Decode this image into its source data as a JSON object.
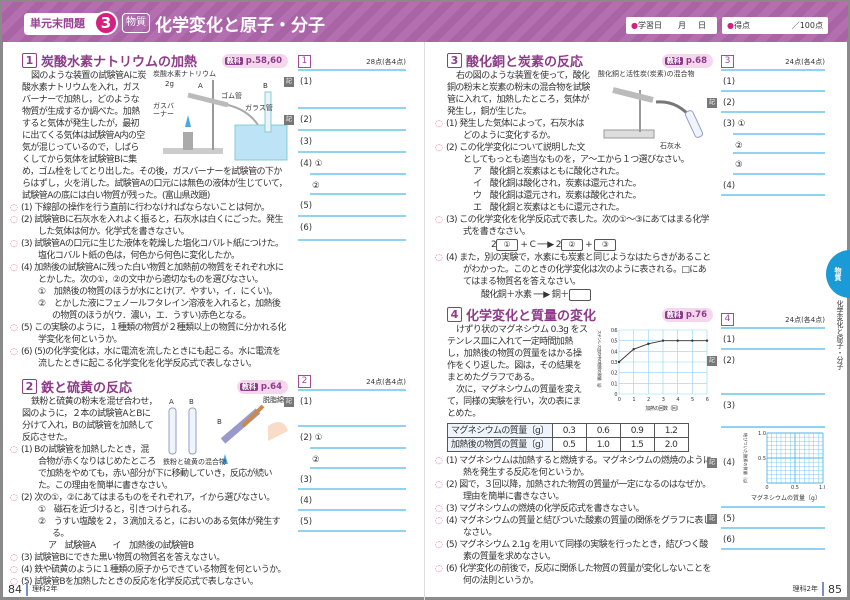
{
  "header": {
    "unit_label": "単元末問題",
    "unit_number": "3",
    "category": "物質",
    "title": "化学変化と原子・分子",
    "study_date_label": "学習日",
    "month": "月",
    "day": "日",
    "score_label": "得点",
    "score_total": "／100点"
  },
  "colors": {
    "accent": "#8e3b8a",
    "header_bg": "#b46fb0",
    "answer_line": "#8fd3f0",
    "tab": "#1a9bd7"
  },
  "sections": [
    {
      "num": "1",
      "title": "炭酸水素ナトリウムの加熱",
      "ref": "p.58,60",
      "ref_key": "教科",
      "intro": "図のような装置の試験管Aに炭酸水素ナトリウムを入れ，ガスバーナーで加熱し，どのような物質が生成するか調べた。加熱すると気体が発生したが，最初に出てくる気体は試験管A内の空気が混じっているので，しばらくしてから気体を試験管Bに集め，ゴム栓をしてとり出した。その後，ガスバーナーを試験管の下からはずし，火を消した。試験管Aの口元には無色の液体が生じていて，試験管Aの底には白い物質が残った。(富山県改題)",
      "figure_labels": [
        "炭酸水素ナトリウム",
        "2g",
        "A",
        "ガスバーナー",
        "ゴム管",
        "B",
        "ガラス管"
      ],
      "questions": [
        {
          "n": "(1)",
          "t": "下線部の操作を行う直前に行わなければならないことは何か。"
        },
        {
          "n": "(2)",
          "t": "試験管Bに石灰水を入れよく振ると，石灰水は白くにごった。発生した気体は何か。化学式を書きなさい。"
        },
        {
          "n": "(3)",
          "t": "試験管Aの口元に生じた液体を乾燥した塩化コバルト紙につけた。塩化コバルト紙の色は，何色から何色に変化したか。"
        },
        {
          "n": "(4)",
          "t": "加熱後の試験管Aに残った白い物質と加熱前の物質をそれぞれ水にとかした。次の①，②の文中から適切なものを選びなさい。"
        },
        {
          "n": "(5)",
          "t": "この実験のように，１種類の物質が２種類以上の物質に分かれる化学変化を何というか。"
        },
        {
          "n": "(6)",
          "t": "(5)の化学変化は，水に電流を流したときにも起こる。水に電流を流したときに起こる化学変化を化学反応式で表しなさい。"
        }
      ],
      "q4_items": [
        "①　加熱後の物質のほうが水にとけ(ア．やすい，イ．にくい)。",
        "②　とかした液にフェノールフタレイン溶液を入れると，加熱後の物質のほうが(ウ．濃い，エ．うすい)赤色となる。"
      ]
    },
    {
      "num": "2",
      "title": "鉄と硫黄の反応",
      "ref": "p.64",
      "ref_key": "教科",
      "intro": "鉄粉と硫黄の粉末を混ぜ合わせ，図のように，２本の試験管AとBに分けて入れ，Bの試験管を加熱して反応させた。",
      "figure_labels": [
        "A",
        "B",
        "鉄粉と硫黄の混合物",
        "B",
        "脱脂綿"
      ],
      "questions": [
        {
          "n": "(1)",
          "t": "Bの試験管を加熱したとき，混合物が赤くなりはじめたところで加熱をやめても，赤い部分が下に移動していき，反応が続いた。この理由を簡単に書きなさい。"
        },
        {
          "n": "(2)",
          "t": "次の①，②にあてはまるものをそれぞれア，イから選びなさい。"
        },
        {
          "n": "(3)",
          "t": "試験管Bにできた黒い物質の物質名を答えなさい。"
        },
        {
          "n": "(4)",
          "t": "鉄や硫黄のように１種類の原子からできている物質を何というか。"
        },
        {
          "n": "(5)",
          "t": "試験管Bを加熱したときの反応を化学反応式で表しなさい。"
        }
      ],
      "q2_items": [
        "①　磁石を近づけると，引きつけられる。",
        "②　うすい塩酸を２，３滴加えると，においのある気体が発生する。"
      ],
      "q2_choices": "ア　試験管A　　イ　加熱後の試験管B"
    },
    {
      "num": "3",
      "title": "酸化銅と炭素の反応",
      "ref": "p.68",
      "ref_key": "教科",
      "intro": "右の図のような装置を使って，酸化銅の粉末と炭素の粉末の混合物を試験管に入れて，加熱したところ，気体が発生し，銅が生じた。",
      "figure_labels": [
        "酸化銅と活性炭(炭素)の混合物",
        "石灰水"
      ],
      "questions": [
        {
          "n": "(1)",
          "t": "発生した気体によって，石灰水はどのように変化するか。"
        },
        {
          "n": "(2)",
          "t": "この化学変化について説明した文としてもっとも適当なものを，ア～エから１つ選びなさい。"
        },
        {
          "n": "(3)",
          "t": "この化学変化を化学反応式で表した。次の①～③にあてはまる化学式を書きなさい。"
        },
        {
          "n": "(4)",
          "t": "また，別の実験で，水素にも炭素と同じようなはたらきがあることがわかった。このときの化学変化は次のように表される。□にあてはまる物質名を答えなさい。"
        }
      ],
      "choices": [
        "ア　酸化銅と炭素はともに酸化された。",
        "イ　酸化銅は酸化され，炭素は還元された。",
        "ウ　酸化銅は還元され，炭素は酸化された。",
        "エ　酸化銅と炭素はともに還元された。"
      ],
      "equation": {
        "c1": "2",
        "b1": "①",
        "mid": "+ C ──▶ 2",
        "b2": "②",
        "plus": "+",
        "b3": "③"
      },
      "equation2": {
        "left": "酸化銅＋水素 ──▶ 銅＋"
      }
    },
    {
      "num": "4",
      "title": "化学変化と質量の変化",
      "ref": "p.76",
      "ref_key": "教科",
      "intro": "けずり状のマグネシウム 0.3g をステンレス皿に入れて一定時間加熱し，加熱後の物質の質量をはかる操作をくり返した。図は，その結果をまとめたグラフである。",
      "intro2": "次に，マグネシウムの質量を変えて，同様の実験を行い，次の表にまとめた。",
      "table": {
        "rows": [
          {
            "label": "マグネシウムの質量〔g〕",
            "values": [
              "0.3",
              "0.6",
              "0.9",
              "1.2"
            ]
          },
          {
            "label": "加熱後の物質の質量〔g〕",
            "values": [
              "0.5",
              "1.0",
              "1.5",
              "2.0"
            ]
          }
        ]
      },
      "questions": [
        {
          "n": "(1)",
          "t": "マグネシウムは加熱すると燃焼する。マグネシウムの燃焼のように熱を発生する反応を何というか。"
        },
        {
          "n": "(2)",
          "t": "図で，３回以降，加熱された物質の質量が一定になるのはなぜか。理由を簡単に書きなさい。"
        },
        {
          "n": "(3)",
          "t": "マグネシウムの燃焼の化学反応式を書きなさい。"
        },
        {
          "n": "(4)",
          "t": "マグネシウムの質量と結びついた酸素の質量の関係をグラフに表しなさい。"
        },
        {
          "n": "(5)",
          "t": "マグネシウム 2.1g を用いて同様の実験を行ったとき，結びつく酸素の質量を求めなさい。"
        },
        {
          "n": "(6)",
          "t": "化学変化の前後で，反応に関係した物質の質量が変化しないことを何の法則というか。"
        }
      ]
    }
  ],
  "chart_data": {
    "type": "line",
    "x": [
      0,
      1,
      2,
      3,
      4,
      5,
      6
    ],
    "y": [
      0.3,
      0.42,
      0.47,
      0.5,
      0.5,
      0.5,
      0.5
    ],
    "xlabel": "加熱の回数〔回〕",
    "ylabel": "ステンレス皿の中の物質の質量〔g〕",
    "xlim": [
      0,
      6
    ],
    "ylim": [
      0,
      0.6
    ],
    "yticks": [
      "0",
      "0.1",
      "0.2",
      "0.3",
      "0.4",
      "0.5",
      "0.6"
    ],
    "xticks": [
      "0",
      "1",
      "2",
      "3",
      "4",
      "5",
      "6"
    ],
    "grid": true
  },
  "answer_graph": {
    "xlabel": "マグネシウムの質量〔g〕",
    "ylabel": "結びついた酸素の質量〔g〕",
    "xticks": [
      "0",
      "0.5",
      "1.0"
    ],
    "yticks": [
      "0.5",
      "1.0"
    ]
  },
  "answers": [
    {
      "num": "1",
      "points": "28点(各4点)",
      "rows": [
        "(1)",
        "(2)",
        "(3)",
        "(4) ①",
        "②",
        "(5)",
        "(6)"
      ]
    },
    {
      "num": "2",
      "points": "24点(各4点)",
      "rows": [
        "(1)",
        "(2) ①",
        "②",
        "(3)",
        "(4)",
        "(5)"
      ]
    },
    {
      "num": "3",
      "points": "24点(各4点)",
      "rows": [
        "(1)",
        "(2)",
        "(3) ①",
        "②",
        "③",
        "(4)"
      ]
    },
    {
      "num": "4",
      "points": "24点(各4点)",
      "rows": [
        "(1)",
        "(2)",
        "(3)",
        "(4)",
        "(5)",
        "(6)"
      ]
    }
  ],
  "kijutsu_mark": "記",
  "footer": {
    "left_page": "84",
    "left_label": "理科2年",
    "right_page": "85",
    "right_label": "理科2年"
  },
  "side_tab": {
    "label": "物質",
    "text": "化学変化と原子・分子"
  }
}
